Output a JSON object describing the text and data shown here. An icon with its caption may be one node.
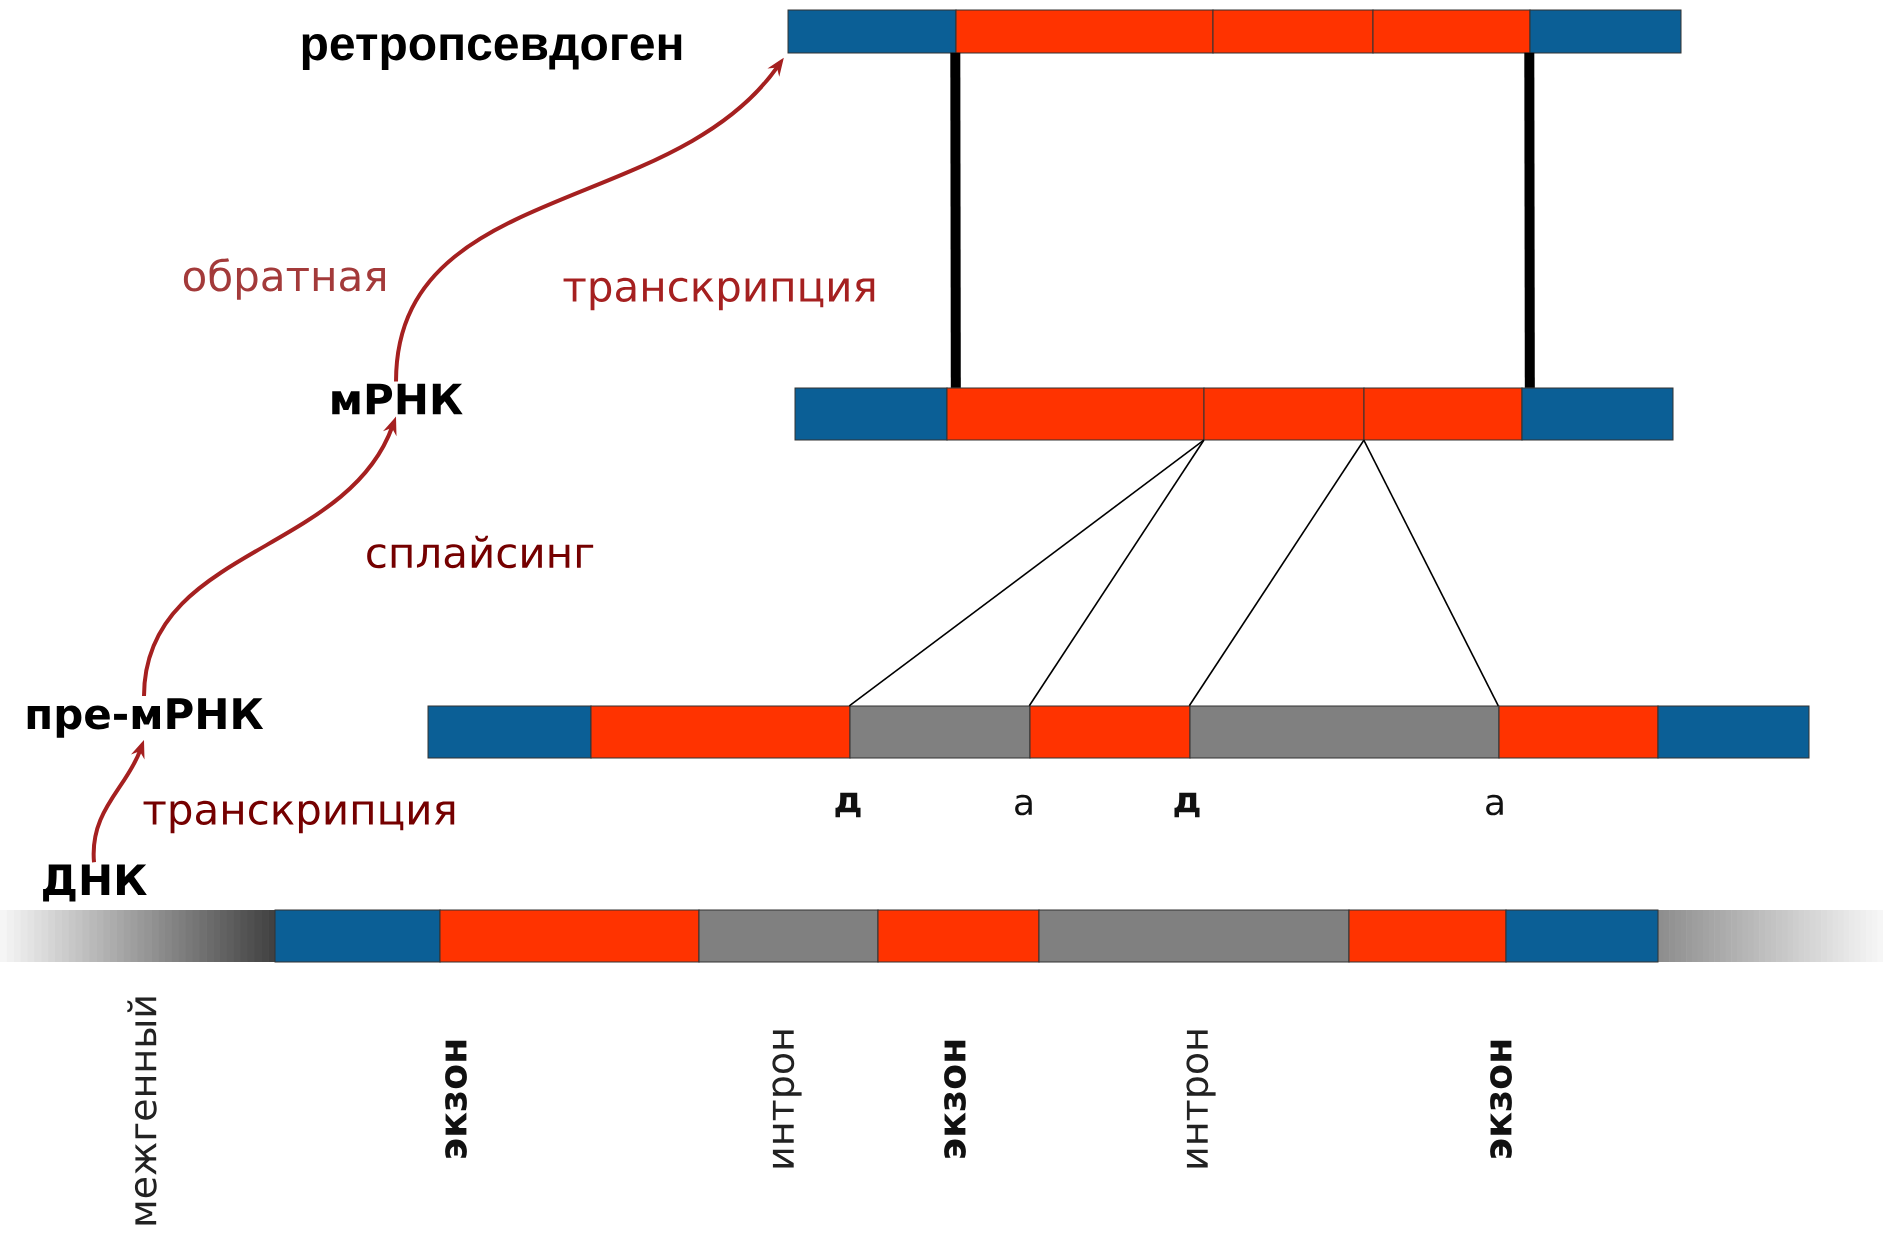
{
  "diagram": {
    "nodes": [
      {
        "text": [
          "ретропсевдоген"
        ]
      },
      {
        "text": [],
        "shape": "bar"
      },
      {
        "text": [
          "мРНК"
        ]
      },
      {
        "text": [],
        "shape": "bar"
      },
      {
        "text": [
          "пре-мРНК"
        ]
      },
      {
        "text": [],
        "shape": "bar"
      },
      {
        "text": [
          "ДНК"
        ]
      },
      {
        "text": [],
        "shape": "bar"
      }
    ],
    "edges": [
      {
        "from": 6,
        "to": 4,
        "arrow": "to",
        "label": "транскрипция",
        "color": "#a52020"
      },
      {
        "from": 4,
        "to": 2,
        "arrow": "to",
        "label": "сплайсинг",
        "color": "#a52020"
      },
      {
        "from": 2,
        "to": 1,
        "arrow": "to",
        "color": "#a52020"
      },
      {
        "from": 1,
        "to": 3,
        "arrow": "none",
        "style": "thick"
      },
      {
        "from": 1,
        "to": 3,
        "arrow": "none",
        "style": "thick"
      },
      {
        "from": 3,
        "to": 5,
        "arrow": "none"
      },
      {
        "from": 3,
        "to": 5,
        "arrow": "none"
      },
      {
        "from": 3,
        "to": 5,
        "arrow": "none"
      },
      {
        "from": 3,
        "to": 5,
        "arrow": "none"
      }
    ],
    "labels": [
      "обратная",
      "транскрипция",
      "д",
      "а",
      "д",
      "а",
      "межгенный",
      "экзон",
      "интрон",
      "экзон",
      "интрон",
      "экзон"
    ]
  }
}
